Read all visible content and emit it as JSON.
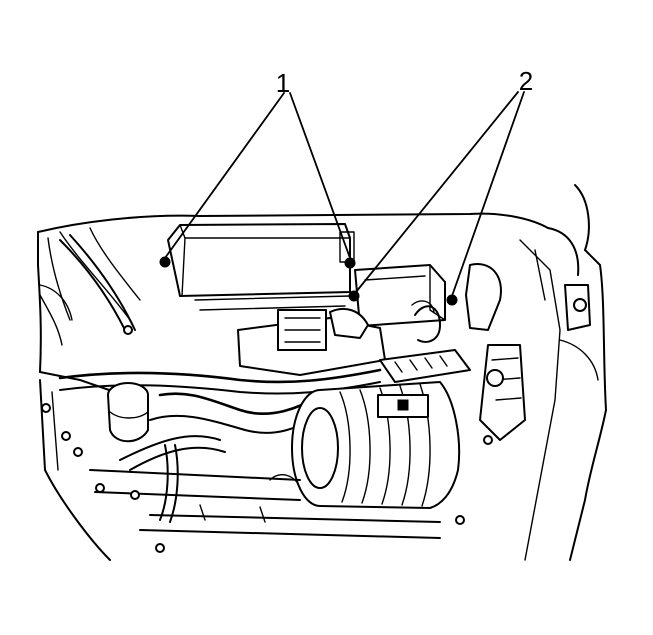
{
  "callouts": [
    {
      "id": "1",
      "label": "1",
      "description": ""
    },
    {
      "id": "2",
      "label": "2",
      "description": ""
    }
  ],
  "colors": {
    "line": "#000000",
    "background": "#ffffff"
  }
}
